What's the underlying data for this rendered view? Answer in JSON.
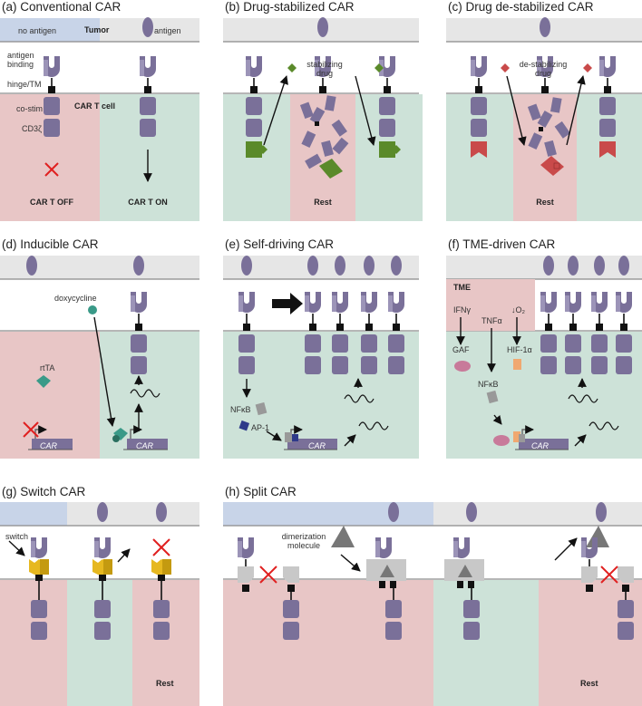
{
  "colors": {
    "extracellular": "#e6e6e6",
    "tumor_band": "#c8d4e8",
    "off_region": "#e8c6c6",
    "on_region": "#cde2d8",
    "car_protein": "#7a7099",
    "car_light": "#9c94b8",
    "stabilizing_drug": "#5a8a2a",
    "destabilizing_drug": "#c94a4a",
    "rtta": "#3a9a88",
    "nfkb": "#999999",
    "ap1": "#2e3a8a",
    "gaf": "#c87a9a",
    "hif": "#f0a870",
    "switch": "#e6b820",
    "split_grey": "#c8c8c8",
    "dimer": "#777777",
    "cross": "#e02020"
  },
  "panels": {
    "a": {
      "title": "(a)  Conventional CAR",
      "no_antigen": "no antigen",
      "tumor": "Tumor",
      "antigen": "antigen",
      "antigen_binding": "antigen binding",
      "hinge": "hinge/TM",
      "car_t_cell": "CAR T cell",
      "costim": "co-stim",
      "cd3z": "CD3ζ",
      "off": "CAR T OFF",
      "on": "CAR T ON"
    },
    "b": {
      "title": "(b)  Drug-stabilized CAR",
      "drug": "stabilizing drug",
      "rest": "Rest"
    },
    "c": {
      "title": "(c)  Drug de-stabilized CAR",
      "drug": "de-stabilizing drug",
      "rest": "Rest"
    },
    "d": {
      "title": "(d)  Inducible CAR",
      "dox": "doxycycline",
      "rtta": "rtTA",
      "car_gene_1": "CAR",
      "car_gene_2": "CAR"
    },
    "e": {
      "title": "(e)  Self-driving CAR",
      "nfkb": "NFκB",
      "ap1": "AP-1",
      "car_gene": "CAR"
    },
    "f": {
      "title": "(f)  TME-driven CAR",
      "tme": "TME",
      "ifng": "IFNγ",
      "tnfa": "TNFα",
      "o2": "↓O₂",
      "gaf": "GAF",
      "hif": "HIF-1α",
      "nfkb": "NFκB",
      "car_gene": "CAR"
    },
    "g": {
      "title": "(g)  Switch CAR",
      "switch": "switch",
      "rest": "Rest"
    },
    "h": {
      "title": "(h)  Split CAR",
      "dimer": "dimerization molecule",
      "rest": "Rest"
    }
  }
}
